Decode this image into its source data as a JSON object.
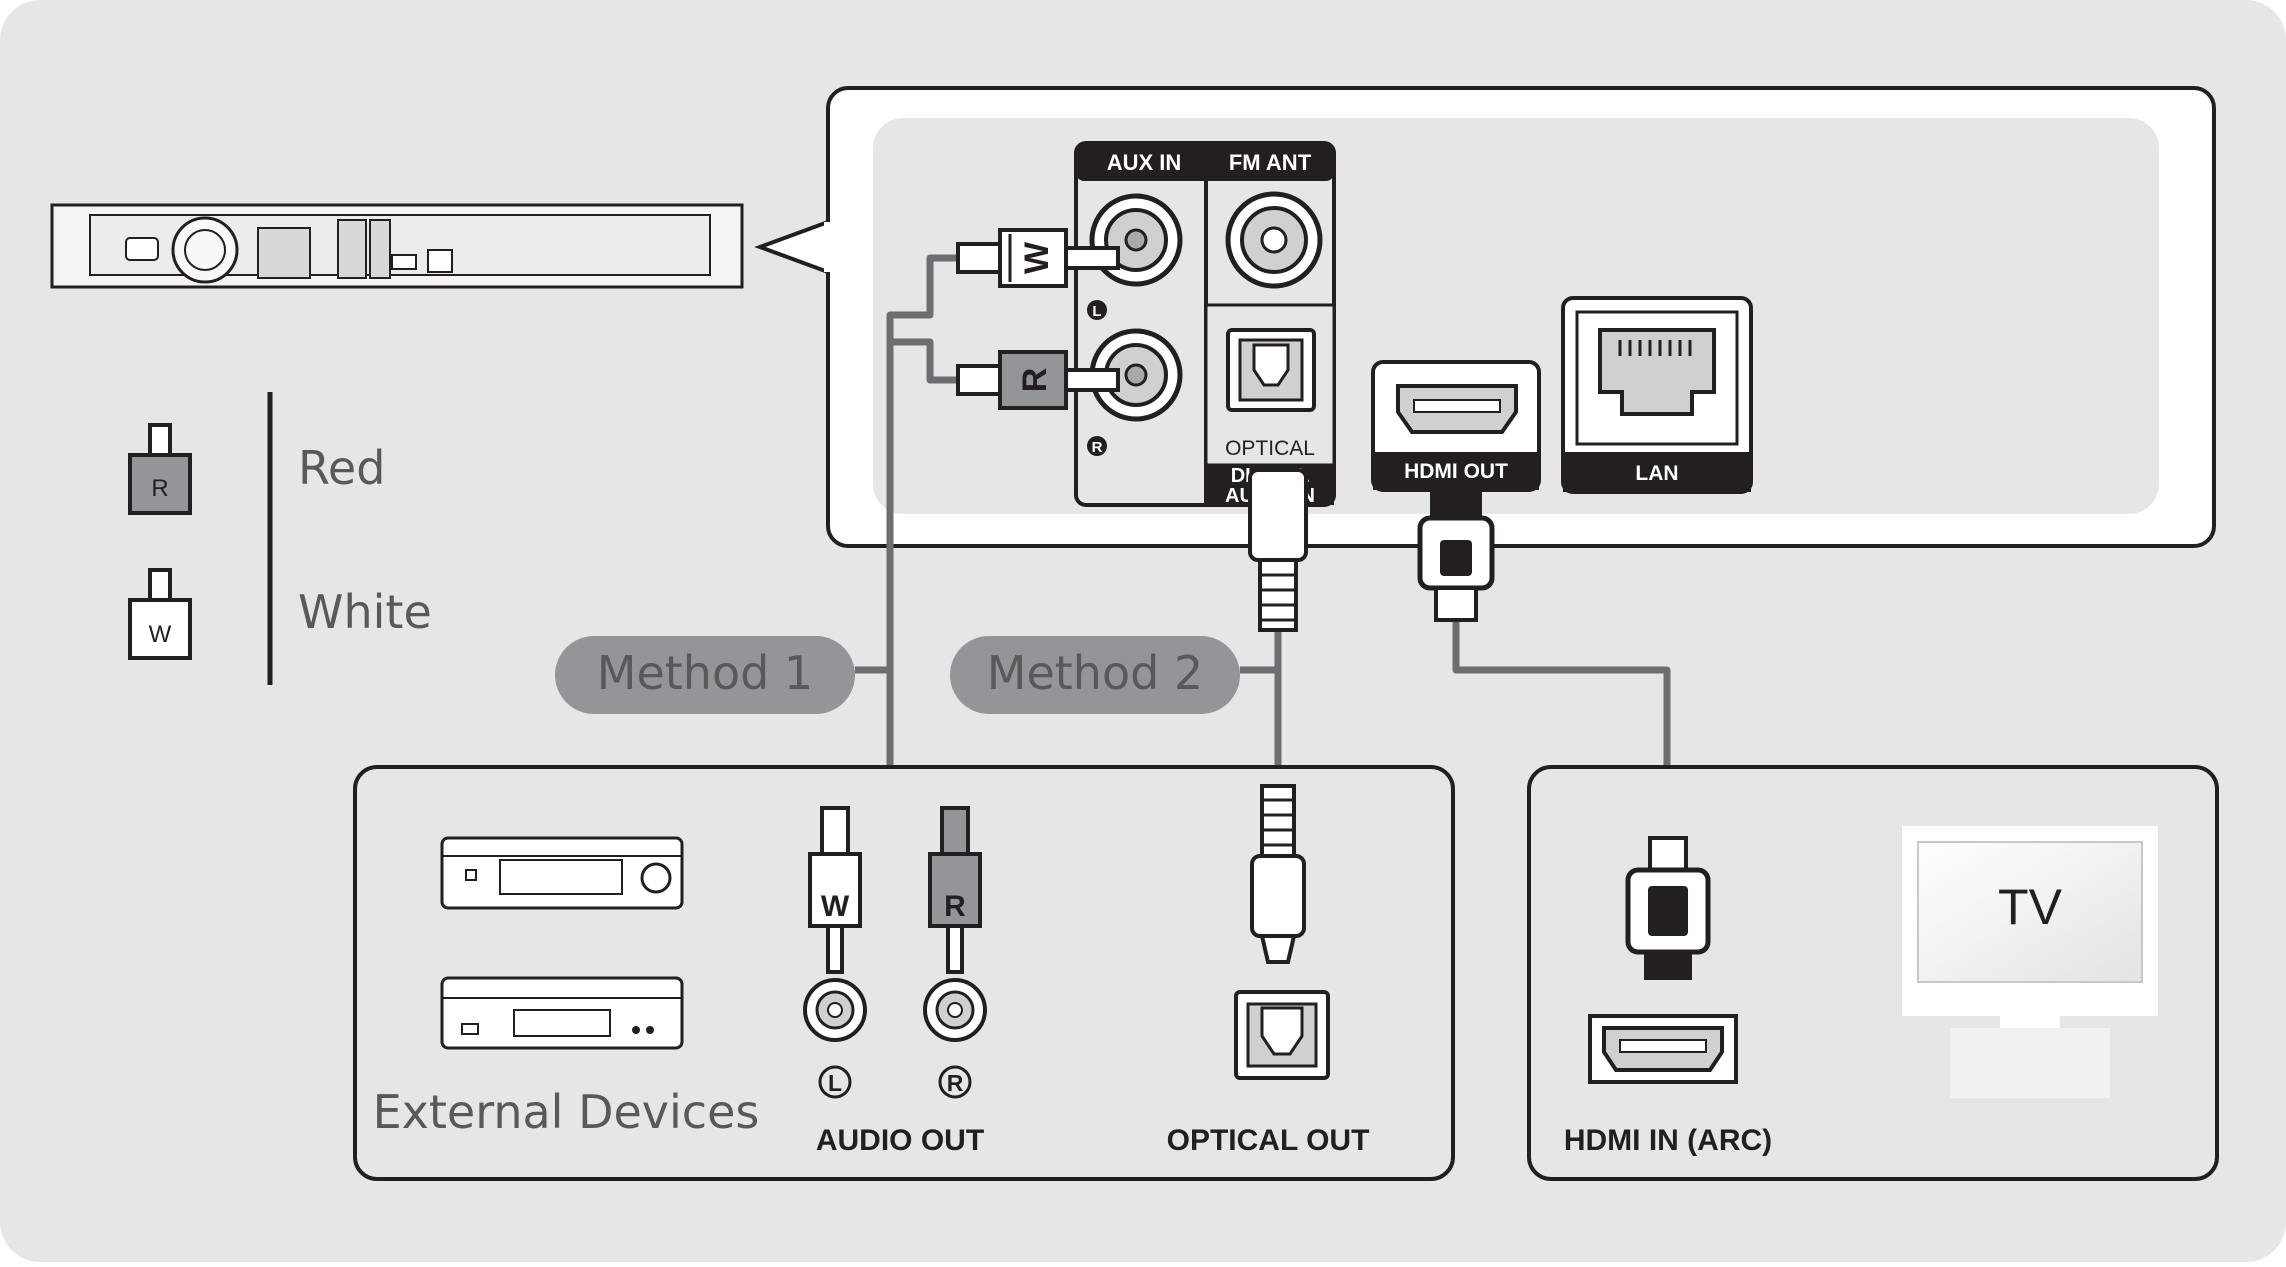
{
  "legend": {
    "red": {
      "plug_letter": "R",
      "label": "Red"
    },
    "white": {
      "plug_letter": "W",
      "label": "White"
    }
  },
  "unit_panel": {
    "aux_in": "AUX IN",
    "fm_ant": "FM ANT",
    "left_marker": "L",
    "right_marker": "R",
    "optical": "OPTICAL",
    "digital_audio_in_line1": "DIGITAL",
    "digital_audio_in_line2": "AUDIO IN",
    "hdmi_out": "HDMI OUT",
    "lan": "LAN",
    "plug_white": "W",
    "plug_red": "R"
  },
  "methods": {
    "method1": "Method 1",
    "method2": "Method 2"
  },
  "external": {
    "title": "External Devices",
    "plug_white": "W",
    "plug_red": "R",
    "left_marker": "L",
    "right_marker": "R",
    "audio_out": "AUDIO OUT",
    "optical_out": "OPTICAL OUT"
  },
  "tv_panel": {
    "hdmi_in": "HDMI IN (ARC)",
    "tv_label": "TV"
  },
  "colors": {
    "background": "#e6e6e7",
    "cable": "#6d6e71",
    "pill": "#939598",
    "dark": "#231f20"
  }
}
